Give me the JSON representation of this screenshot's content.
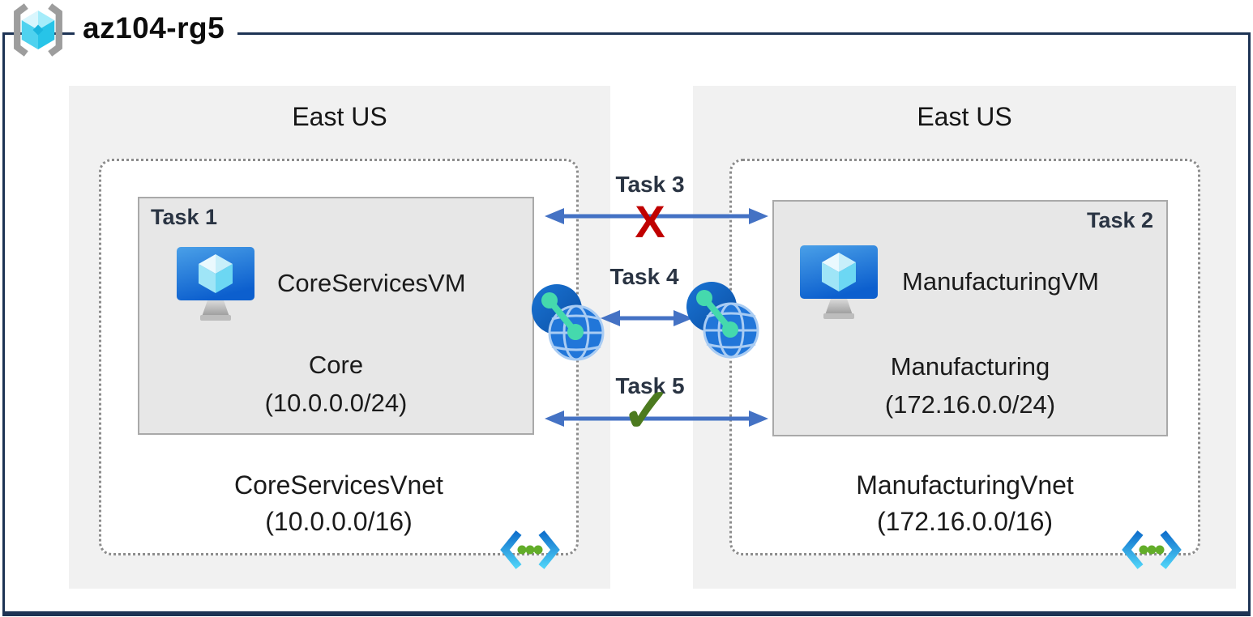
{
  "resource_group": {
    "name": "az104-rg5"
  },
  "regions": [
    {
      "name": "East US",
      "vnet": {
        "name": "CoreServicesVnet",
        "cidr": "(10.0.0.0/16)",
        "subnet": {
          "task_label": "Task 1",
          "vm_name": "CoreServicesVM",
          "name": "Core",
          "cidr": "(10.0.0.0/24)"
        }
      }
    },
    {
      "name": "East US",
      "vnet": {
        "name": "ManufacturingVnet",
        "cidr": "(172.16.0.0/16)",
        "subnet": {
          "task_label": "Task 2",
          "vm_name": "ManufacturingVM",
          "name": "Manufacturing",
          "cidr": "(172.16.0.0/24)"
        }
      }
    }
  ],
  "connections": [
    {
      "label": "Task 3",
      "marker": "X"
    },
    {
      "label": "Task 4",
      "marker": ""
    },
    {
      "label": "Task 5",
      "marker": "✓"
    }
  ],
  "colors": {
    "border": "#1d3354",
    "task_label": "#2a3443",
    "arrow": "#4472c4",
    "blocked_x": "#c00000",
    "allowed_check": "#4c7a1f",
    "region_bg": "#f1f1f1",
    "subnet_bg": "#e7e7e7",
    "subnet_border": "#a9a9a9",
    "vnet_border": "#8c8c8c"
  }
}
